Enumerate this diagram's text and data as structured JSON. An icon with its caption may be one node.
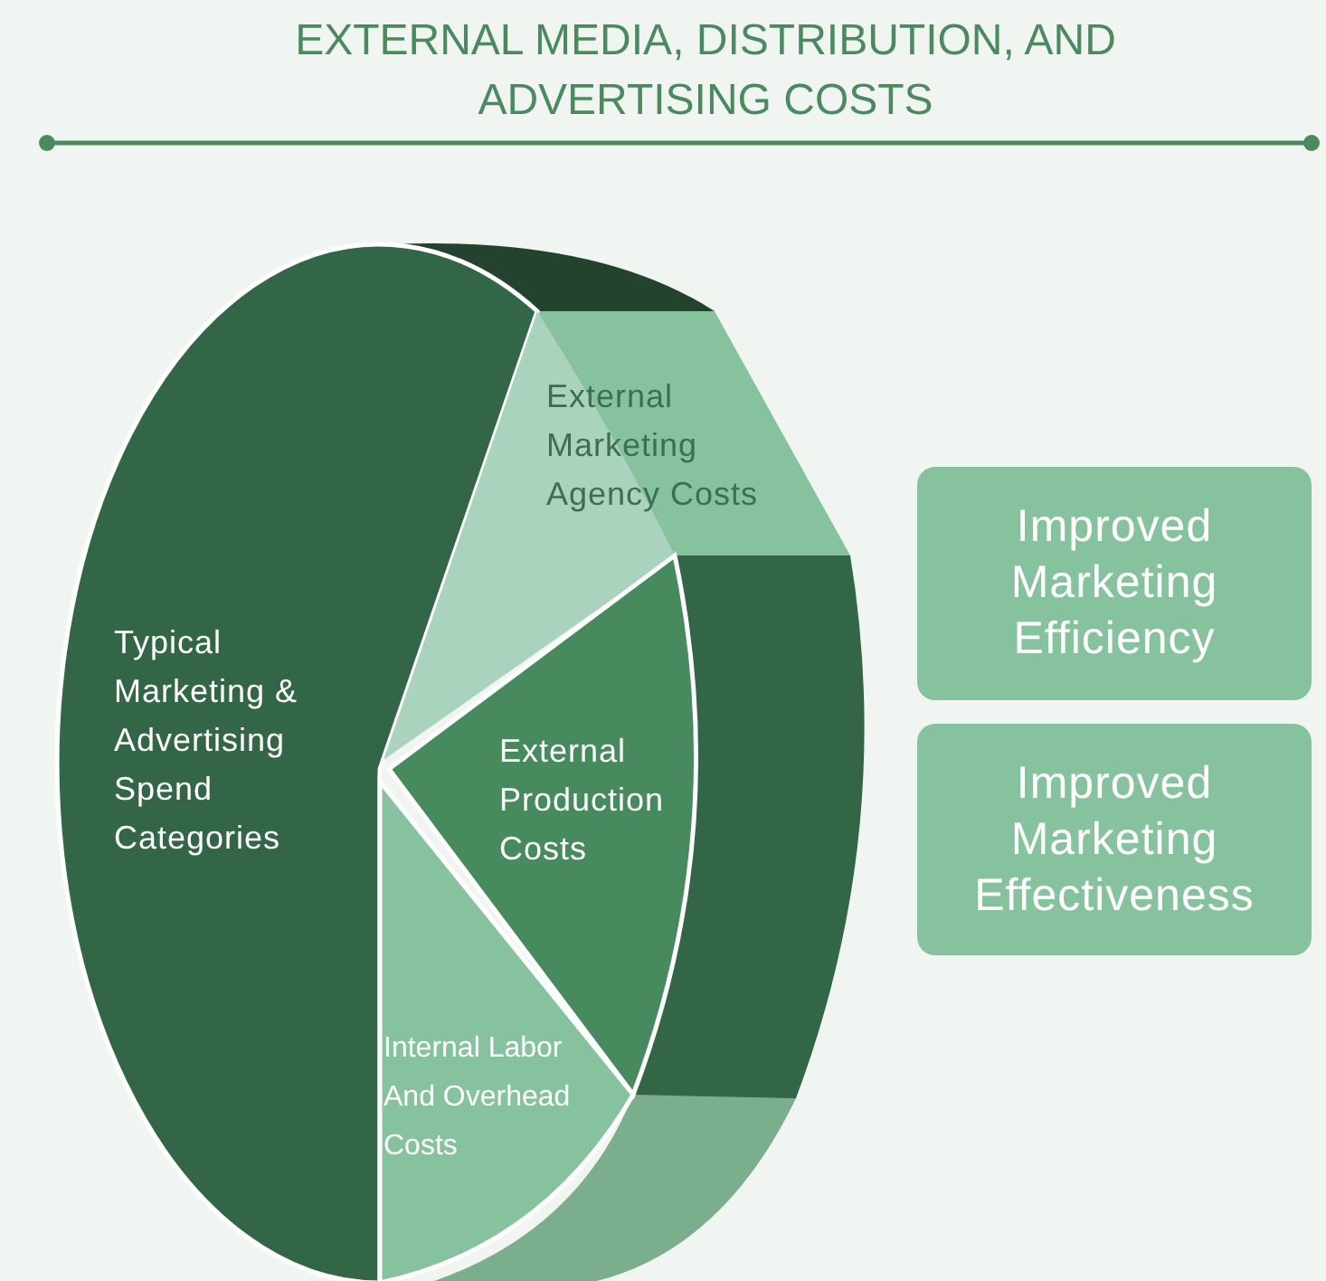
{
  "diagram": {
    "title": "EXTERNAL MEDIA, DISTRIBUTION, AND ADVERTISING COSTS",
    "nodes": [
      {
        "text": [
          "Typical Marketing & Advertising Spend Categories"
        ]
      },
      {
        "text": [
          "External Marketing Agency Costs"
        ]
      },
      {
        "text": [
          "External Production Costs"
        ]
      },
      {
        "text": [
          "Internal Labor And Overhead Costs"
        ]
      },
      {
        "text": [
          "Improved Marketing Efficiency"
        ]
      },
      {
        "text": [
          "Improved Marketing Effectiveness"
        ]
      }
    ]
  }
}
